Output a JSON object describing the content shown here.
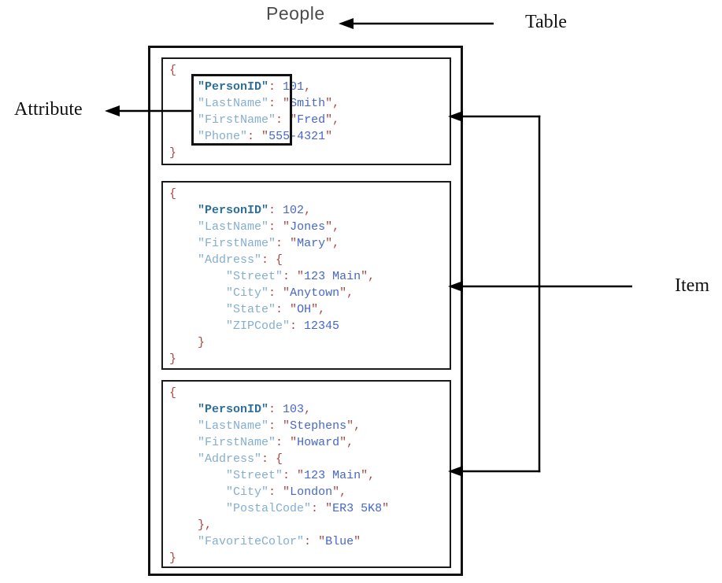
{
  "title": "People",
  "labels": {
    "table": "Table",
    "attribute": "Attribute",
    "item": "Item"
  },
  "colors": {
    "punct": "#b2453e",
    "key": "#84aed0",
    "key_bold": "#2e6f99",
    "value": "#4767c8",
    "value_quote": "#a34a44",
    "title": "#4c4c4c",
    "line": "#000000"
  },
  "items": [
    {
      "person_id": 101,
      "lines": [
        [
          [
            "p",
            "{"
          ]
        ],
        [
          [
            "w",
            "    "
          ],
          [
            "b",
            "\"PersonID\""
          ],
          [
            "p",
            ": "
          ],
          [
            "v",
            "101"
          ],
          [
            "p",
            ","
          ]
        ],
        [
          [
            "w",
            "    "
          ],
          [
            "k",
            "\"LastName\""
          ],
          [
            "p",
            ": "
          ],
          [
            "q",
            "\""
          ],
          [
            "v",
            "Smith"
          ],
          [
            "q",
            "\""
          ],
          [
            "p",
            ","
          ]
        ],
        [
          [
            "w",
            "    "
          ],
          [
            "k",
            "\"FirstName\""
          ],
          [
            "p",
            ": "
          ],
          [
            "q",
            "\""
          ],
          [
            "v",
            "Fred"
          ],
          [
            "q",
            "\""
          ],
          [
            "p",
            ","
          ]
        ],
        [
          [
            "w",
            "    "
          ],
          [
            "k",
            "\"Phone\""
          ],
          [
            "p",
            ": "
          ],
          [
            "q",
            "\""
          ],
          [
            "v",
            "555-4321"
          ],
          [
            "q",
            "\""
          ]
        ],
        [
          [
            "p",
            "}"
          ]
        ]
      ]
    },
    {
      "person_id": 102,
      "lines": [
        [
          [
            "p",
            "{"
          ]
        ],
        [
          [
            "w",
            "    "
          ],
          [
            "b",
            "\"PersonID\""
          ],
          [
            "p",
            ": "
          ],
          [
            "v",
            "102"
          ],
          [
            "p",
            ","
          ]
        ],
        [
          [
            "w",
            "    "
          ],
          [
            "k",
            "\"LastName\""
          ],
          [
            "p",
            ": "
          ],
          [
            "q",
            "\""
          ],
          [
            "v",
            "Jones"
          ],
          [
            "q",
            "\""
          ],
          [
            "p",
            ","
          ]
        ],
        [
          [
            "w",
            "    "
          ],
          [
            "k",
            "\"FirstName\""
          ],
          [
            "p",
            ": "
          ],
          [
            "q",
            "\""
          ],
          [
            "v",
            "Mary"
          ],
          [
            "q",
            "\""
          ],
          [
            "p",
            ","
          ]
        ],
        [
          [
            "w",
            "    "
          ],
          [
            "k",
            "\"Address\""
          ],
          [
            "p",
            ": {"
          ]
        ],
        [
          [
            "w",
            "        "
          ],
          [
            "k",
            "\"Street\""
          ],
          [
            "p",
            ": "
          ],
          [
            "q",
            "\""
          ],
          [
            "v",
            "123 Main"
          ],
          [
            "q",
            "\""
          ],
          [
            "p",
            ","
          ]
        ],
        [
          [
            "w",
            "        "
          ],
          [
            "k",
            "\"City\""
          ],
          [
            "p",
            ": "
          ],
          [
            "q",
            "\""
          ],
          [
            "v",
            "Anytown"
          ],
          [
            "q",
            "\""
          ],
          [
            "p",
            ","
          ]
        ],
        [
          [
            "w",
            "        "
          ],
          [
            "k",
            "\"State\""
          ],
          [
            "p",
            ": "
          ],
          [
            "q",
            "\""
          ],
          [
            "v",
            "OH"
          ],
          [
            "q",
            "\""
          ],
          [
            "p",
            ","
          ]
        ],
        [
          [
            "w",
            "        "
          ],
          [
            "k",
            "\"ZIPCode\""
          ],
          [
            "p",
            ": "
          ],
          [
            "v",
            "12345"
          ]
        ],
        [
          [
            "w",
            "    "
          ],
          [
            "p",
            "}"
          ]
        ],
        [
          [
            "p",
            "}"
          ]
        ]
      ]
    },
    {
      "person_id": 103,
      "lines": [
        [
          [
            "p",
            "{"
          ]
        ],
        [
          [
            "w",
            "    "
          ],
          [
            "b",
            "\"PersonID\""
          ],
          [
            "p",
            ": "
          ],
          [
            "v",
            "103"
          ],
          [
            "p",
            ","
          ]
        ],
        [
          [
            "w",
            "    "
          ],
          [
            "k",
            "\"LastName\""
          ],
          [
            "p",
            ": "
          ],
          [
            "q",
            "\""
          ],
          [
            "v",
            "Stephens"
          ],
          [
            "q",
            "\""
          ],
          [
            "p",
            ","
          ]
        ],
        [
          [
            "w",
            "    "
          ],
          [
            "k",
            "\"FirstName\""
          ],
          [
            "p",
            ": "
          ],
          [
            "q",
            "\""
          ],
          [
            "v",
            "Howard"
          ],
          [
            "q",
            "\""
          ],
          [
            "p",
            ","
          ]
        ],
        [
          [
            "w",
            "    "
          ],
          [
            "k",
            "\"Address\""
          ],
          [
            "p",
            ": {"
          ]
        ],
        [
          [
            "w",
            "        "
          ],
          [
            "k",
            "\"Street\""
          ],
          [
            "p",
            ": "
          ],
          [
            "q",
            "\""
          ],
          [
            "v",
            "123 Main"
          ],
          [
            "q",
            "\""
          ],
          [
            "p",
            ","
          ]
        ],
        [
          [
            "w",
            "        "
          ],
          [
            "k",
            "\"City\""
          ],
          [
            "p",
            ": "
          ],
          [
            "q",
            "\""
          ],
          [
            "v",
            "London"
          ],
          [
            "q",
            "\""
          ],
          [
            "p",
            ","
          ]
        ],
        [
          [
            "w",
            "        "
          ],
          [
            "k",
            "\"PostalCode\""
          ],
          [
            "p",
            ": "
          ],
          [
            "q",
            "\""
          ],
          [
            "v",
            "ER3 5K8"
          ],
          [
            "q",
            "\""
          ]
        ],
        [
          [
            "w",
            "    "
          ],
          [
            "p",
            "},"
          ]
        ],
        [
          [
            "w",
            "    "
          ],
          [
            "k",
            "\"FavoriteColor\""
          ],
          [
            "p",
            ": "
          ],
          [
            "q",
            "\""
          ],
          [
            "v",
            "Blue"
          ],
          [
            "q",
            "\""
          ]
        ],
        [
          [
            "p",
            "}"
          ]
        ]
      ]
    }
  ]
}
